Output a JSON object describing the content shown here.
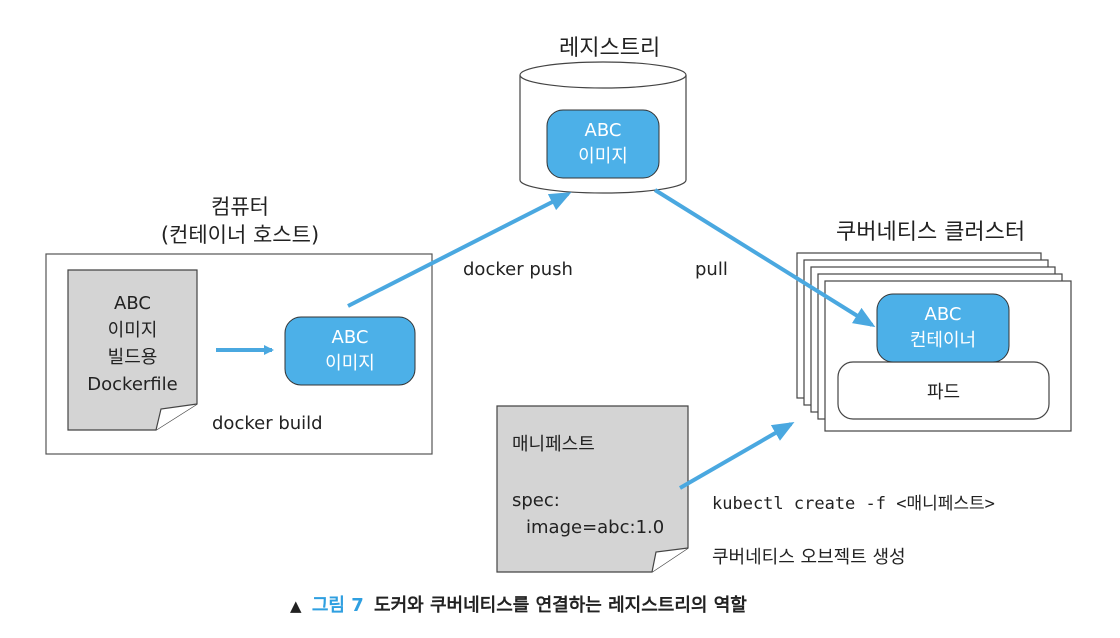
{
  "diagram": {
    "registry": {
      "title": "레지스트리",
      "image_line1": "ABC",
      "image_line2": "이미지"
    },
    "computer": {
      "title_line1": "컴퓨터",
      "title_line2": "(컨테이너 호스트)",
      "dockerfile": [
        "ABC",
        "이미지",
        "빌드용",
        "Dockerfile"
      ],
      "image_line1": "ABC",
      "image_line2": "이미지",
      "build_label": "docker build"
    },
    "cluster": {
      "title": "쿠버네티스 클러스터",
      "container_line1": "ABC",
      "container_line2": "컨테이너",
      "pod": "파드"
    },
    "manifest": {
      "title": "매니페스트",
      "spec_line1": "spec:",
      "spec_line2": "image=abc:1.0"
    },
    "arrows": {
      "push": "docker push",
      "pull": "pull",
      "kubectl": "kubectl create -f <매니페스트>",
      "create_object": "쿠버네티스 오브젝트 생성"
    },
    "caption": {
      "marker": "▲",
      "figure": "그림 7",
      "text": "도커와 쿠버네티스를 연결하는 레지스트리의 역할"
    }
  },
  "colors": {
    "accent_blue": "#4aa8e0",
    "box_fill": "#4cb0e8",
    "paper_gray": "#d4d4d4",
    "caption_blue": "#2f9fe0"
  }
}
